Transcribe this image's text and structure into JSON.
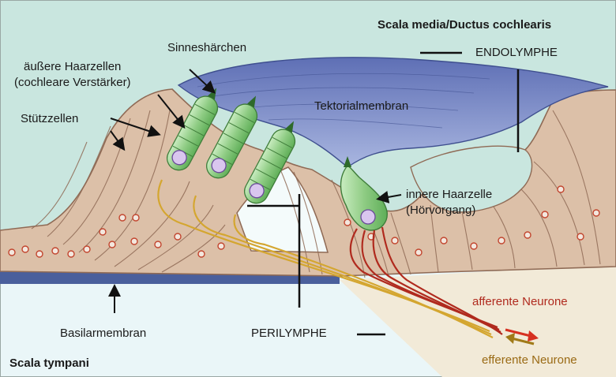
{
  "labels": {
    "scala_media": "Scala media/Ductus cochlearis",
    "endolymphe": "ENDOLYMPHE",
    "sinneshaerchen": "Sinneshärchen",
    "aeussere_haarzellen_1": "äußere Haarzellen",
    "aeussere_haarzellen_2": "(cochleare Verstärker)",
    "stuetzzellen": "Stützzellen",
    "tektorialmembran": "Tektorialmembran",
    "innere_haarzelle_1": "innere Haarzelle",
    "innere_haarzelle_2": "(Hörvorgang)",
    "afferente": "afferente Neurone",
    "efferente": "efferente Neurone",
    "basilarmembran": "Basilarmembran",
    "perilymphe": "PERILYMPHE",
    "scala_tympani": "Scala tympani"
  },
  "colors": {
    "background_upper": "#c9e6df",
    "background_lower": "#eaf6f8",
    "tissue": "#dcc0a8",
    "tissue_line": "#8f6a55",
    "tectorial": "#7f90cc",
    "hair_cell": "#a4d49a",
    "afferent": "#b02a1e",
    "efferent": "#d4a630",
    "basilar": "#4a5f9c"
  }
}
